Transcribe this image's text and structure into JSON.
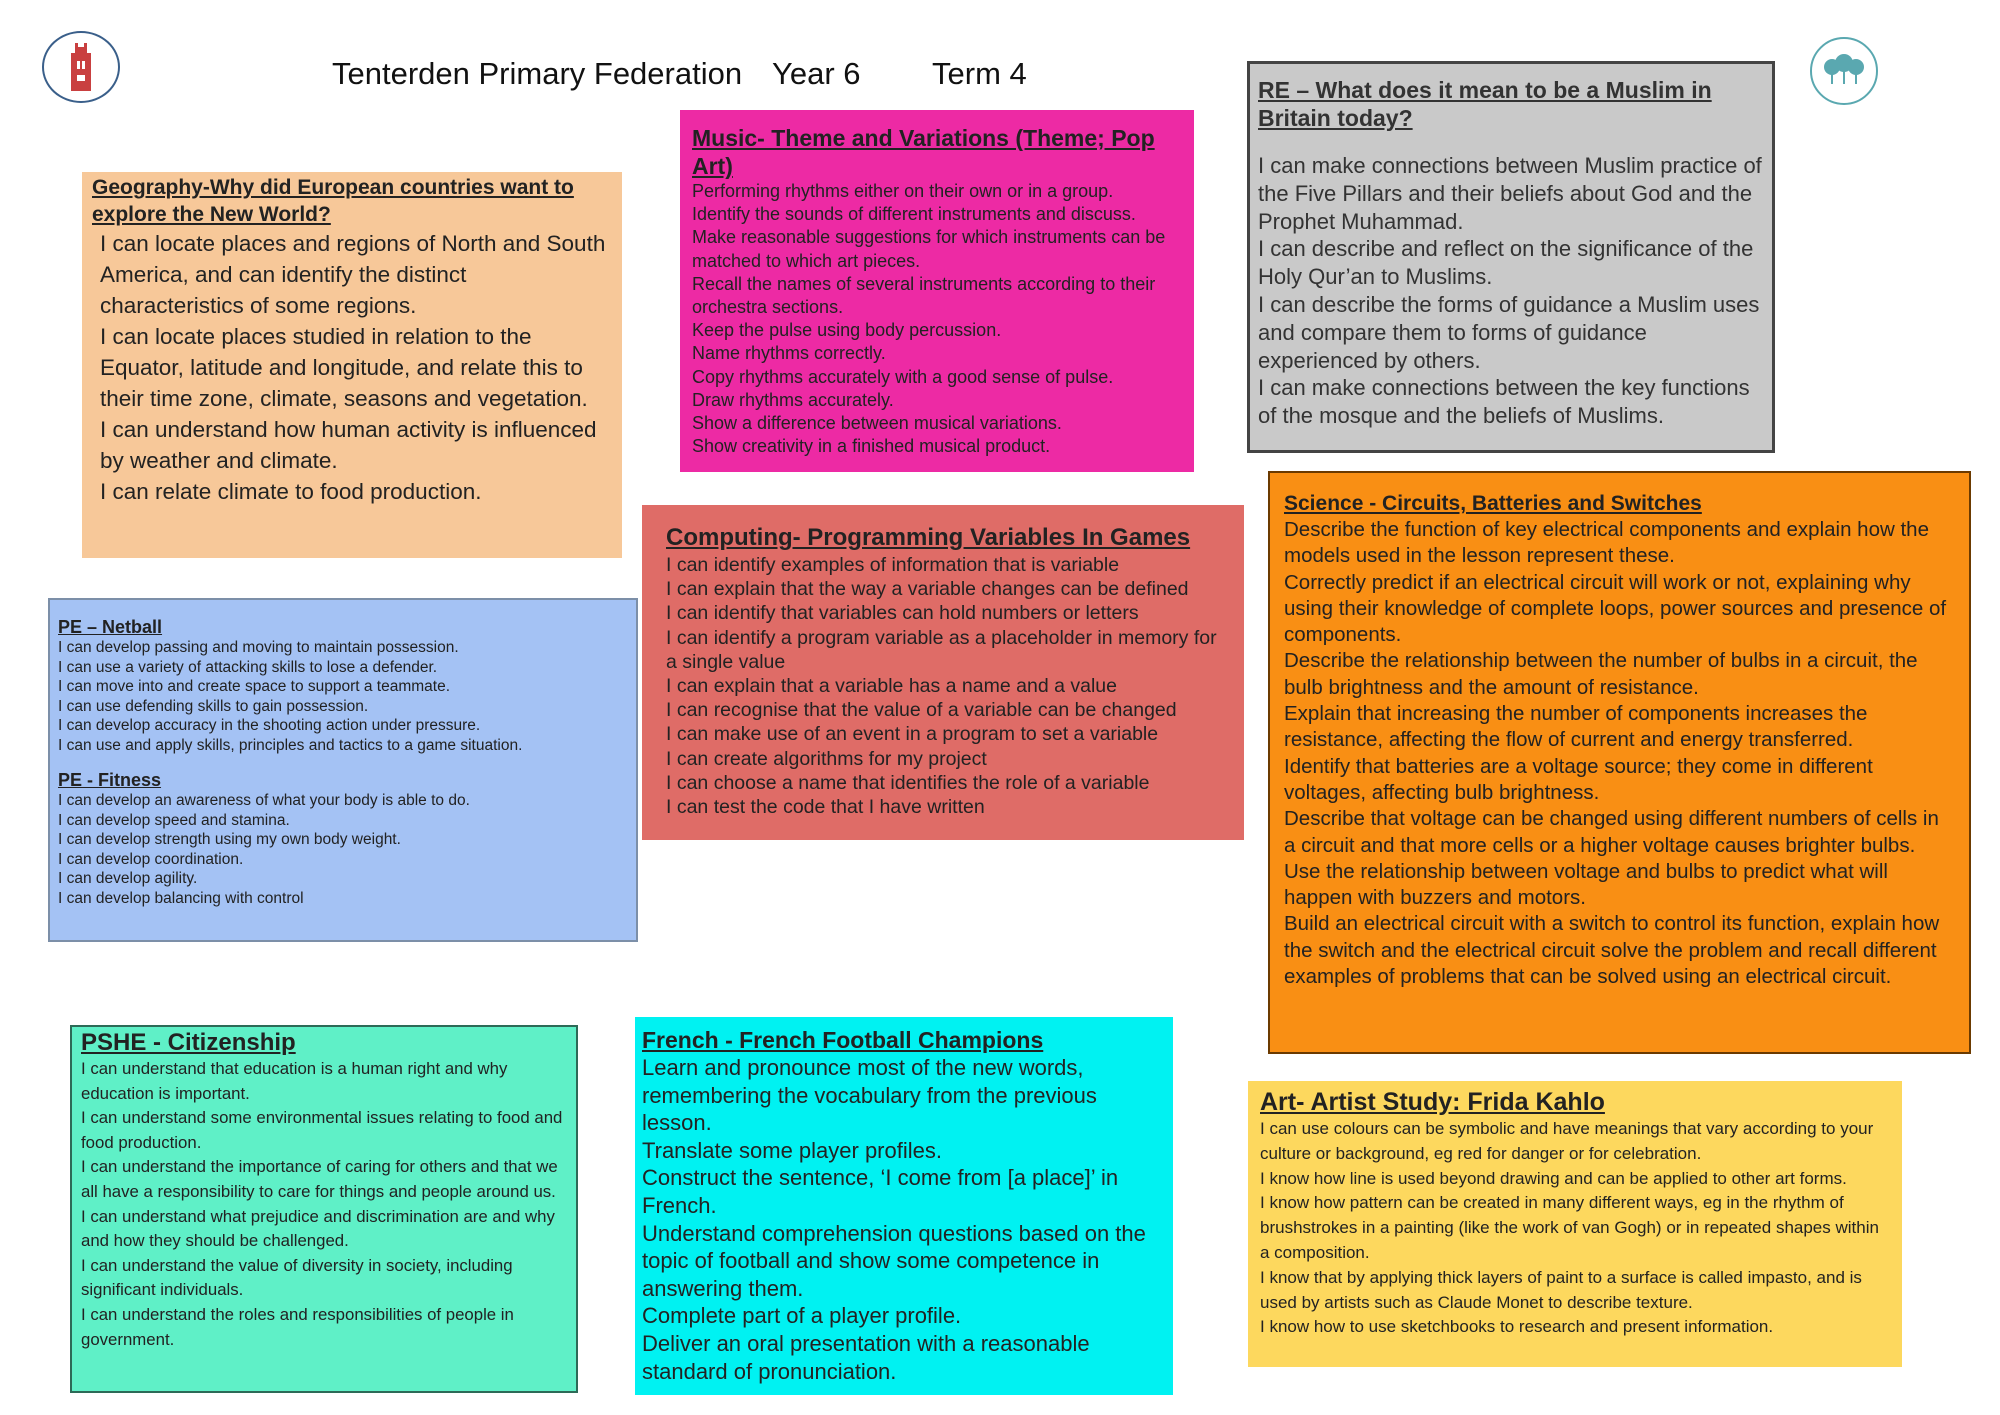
{
  "header": {
    "school": "Tenterden Primary Federation",
    "year": "Year 6",
    "term": "Term 4"
  },
  "logos": {
    "left": "church-tower-logo",
    "right": "trees-logo"
  },
  "geography": {
    "title": "Geography-Why did European countries want to explore the New World?",
    "items": [
      "I can locate places and regions of North and South America, and can identify the distinct characteristics of some regions.",
      "I can locate places studied in relation to the Equator, latitude and longitude, and relate this to their time zone, climate, seasons and vegetation.",
      "I can understand how human activity is influenced by weather and climate.",
      "I can relate climate to food production."
    ]
  },
  "music": {
    "title": "Music- Theme and Variations (Theme; Pop Art)",
    "items": [
      "Performing rhythms either on their own or in a group.",
      "Identify the sounds of different instruments and discuss.",
      "Make reasonable suggestions for which instruments can be matched to which art pieces.",
      "Recall the names of several instruments according to their orchestra sections.",
      "Keep the pulse using body percussion.",
      "Name rhythms correctly.",
      "Copy rhythms accurately with a good sense of pulse.",
      "Draw rhythms accurately.",
      "Show a difference between musical variations.",
      "Show creativity in a finished musical product."
    ]
  },
  "re": {
    "title": "RE – What does it mean to be a Muslim in Britain today?",
    "items": [
      "I can make connections between Muslim practice of the Five Pillars and their beliefs about God and the Prophet Muhammad.",
      "I can describe and reflect on the significance of the Holy Qur’an to Muslims.",
      "I can describe the forms of guidance a Muslim uses and compare them to forms of guidance experienced by others.",
      "I can make connections between the key functions of the mosque and the beliefs of Muslims."
    ]
  },
  "computing": {
    "title": "Computing- Programming Variables In Games",
    "items": [
      "I can identify examples of information that is variable",
      "I can explain that the way a variable changes can be defined",
      "I can identify that variables can hold numbers or letters",
      "I can identify a program variable as a placeholder in memory for a single value",
      "I can explain that a variable has a name and a value",
      "I can recognise that the value of a variable can be changed",
      "I can make use of an event in a program to set a variable",
      "I can create algorithms for my project",
      "I can choose a name that identifies the role of a variable",
      "I can test the code that I have written"
    ]
  },
  "pe": {
    "netball_title": "PE – Netball",
    "netball_items": [
      "I can develop passing and moving to maintain possession.",
      "I can use a variety of attacking skills to lose a defender.",
      "I can move into and create space to support a teammate.",
      "I can use defending skills to gain possession.",
      "I can develop accuracy in the shooting action under pressure.",
      "I can use and apply skills, principles and tactics to a game situation."
    ],
    "fitness_title": "PE - Fitness",
    "fitness_items": [
      "I can develop an awareness of what your body is able to do.",
      "I can develop speed and stamina.",
      "I can develop strength using my own body weight.",
      "I can develop coordination.",
      "I can develop agility.",
      "I can develop balancing with control"
    ]
  },
  "science": {
    "title": "Science - Circuits, Batteries and Switches",
    "items": [
      "Describe the function of key electrical components and explain how the models used in the lesson represent these.",
      "Correctly predict if an electrical circuit will work or not, explaining why using their knowledge of complete loops, power sources and presence of components.",
      "Describe the relationship between the number of bulbs in a circuit, the bulb brightness and the amount of resistance.",
      "Explain that increasing the number of components increases the resistance, affecting the flow of current and energy transferred.",
      "Identify that batteries are a voltage source; they come in different voltages, affecting bulb brightness.",
      "Describe that voltage can be changed using different numbers of cells in a circuit and that more cells or a higher voltage causes brighter bulbs.",
      "Use the relationship between voltage and bulbs to predict what will happen with buzzers and motors.",
      "Build an electrical circuit with a switch to control its function, explain how the switch and the electrical circuit solve the problem and recall different examples of problems that can be solved using an electrical circuit."
    ]
  },
  "pshe": {
    "title": "PSHE - Citizenship",
    "items": [
      "I can understand that education is a human right and why education is important.",
      "I can understand some environmental issues relating to food and food production.",
      "I can understand the importance of caring for others and that we all have a responsibility to care for things and people around us.",
      "I can understand what prejudice and discrimination are and why and how they should be challenged.",
      "I can understand the value of diversity in society, including significant individuals.",
      "I can understand the roles and responsibilities of people in government."
    ]
  },
  "french": {
    "title": "French - French Football Champions",
    "items": [
      "Learn and pronounce most of the new words, remembering the vocabulary from the previous lesson.",
      "Translate some player profiles.",
      "Construct the sentence, ‘I come from [a place]’ in French.",
      "Understand comprehension questions based on the topic of football and show some competence in answering them.",
      "Complete part of a player profile.",
      "Deliver an oral presentation with a reasonable standard of pronunciation."
    ]
  },
  "art": {
    "title": "Art- Artist Study: Frida Kahlo",
    "items": [
      "I can use colours can be symbolic and have meanings that vary according to your culture or background, eg red for danger or for celebration.",
      "I know how line is used beyond drawing and can be applied to other art forms.",
      "I know how pattern can be created in many different ways, eg in the rhythm of brushstrokes in a painting (like the work of van Gogh) or in repeated shapes within a composition.",
      "I know that by applying thick layers of paint to a surface is called impasto, and is used by artists such as Claude Monet to describe texture.",
      "I know how to use sketchbooks to research and present information."
    ]
  }
}
